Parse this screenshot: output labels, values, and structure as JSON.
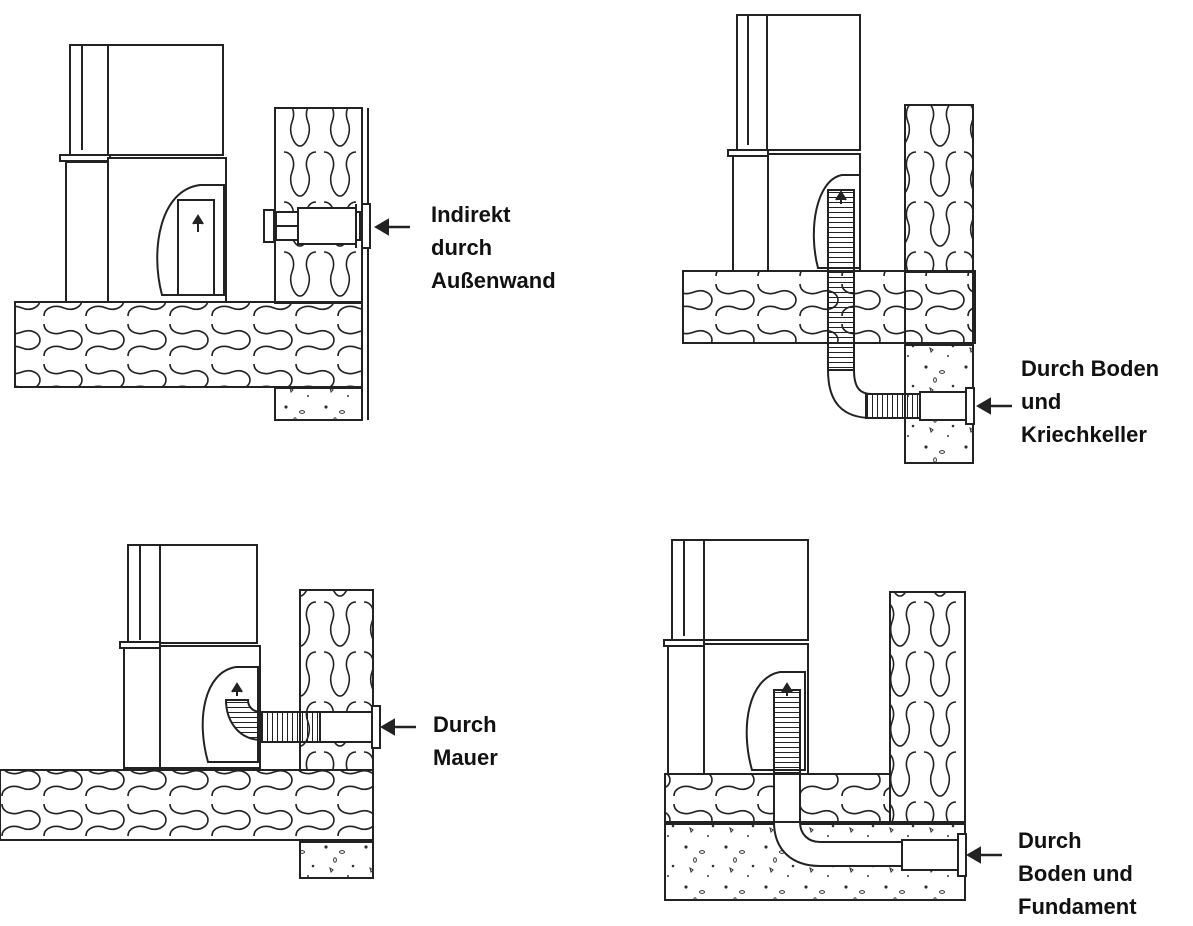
{
  "panels": [
    {
      "id": "wall",
      "lines": [
        "Indirekt",
        "durch",
        "Außenwand"
      ]
    },
    {
      "id": "crawlspace",
      "lines": [
        "Durch Boden",
        "und",
        "Kriechkeller"
      ]
    },
    {
      "id": "masonry",
      "lines": [
        "Durch",
        "Mauer"
      ]
    },
    {
      "id": "foundation",
      "lines": [
        "Durch",
        "Boden und",
        "Fundament"
      ]
    }
  ],
  "colors": {
    "line": "#222222",
    "fill": "#ffffff"
  }
}
